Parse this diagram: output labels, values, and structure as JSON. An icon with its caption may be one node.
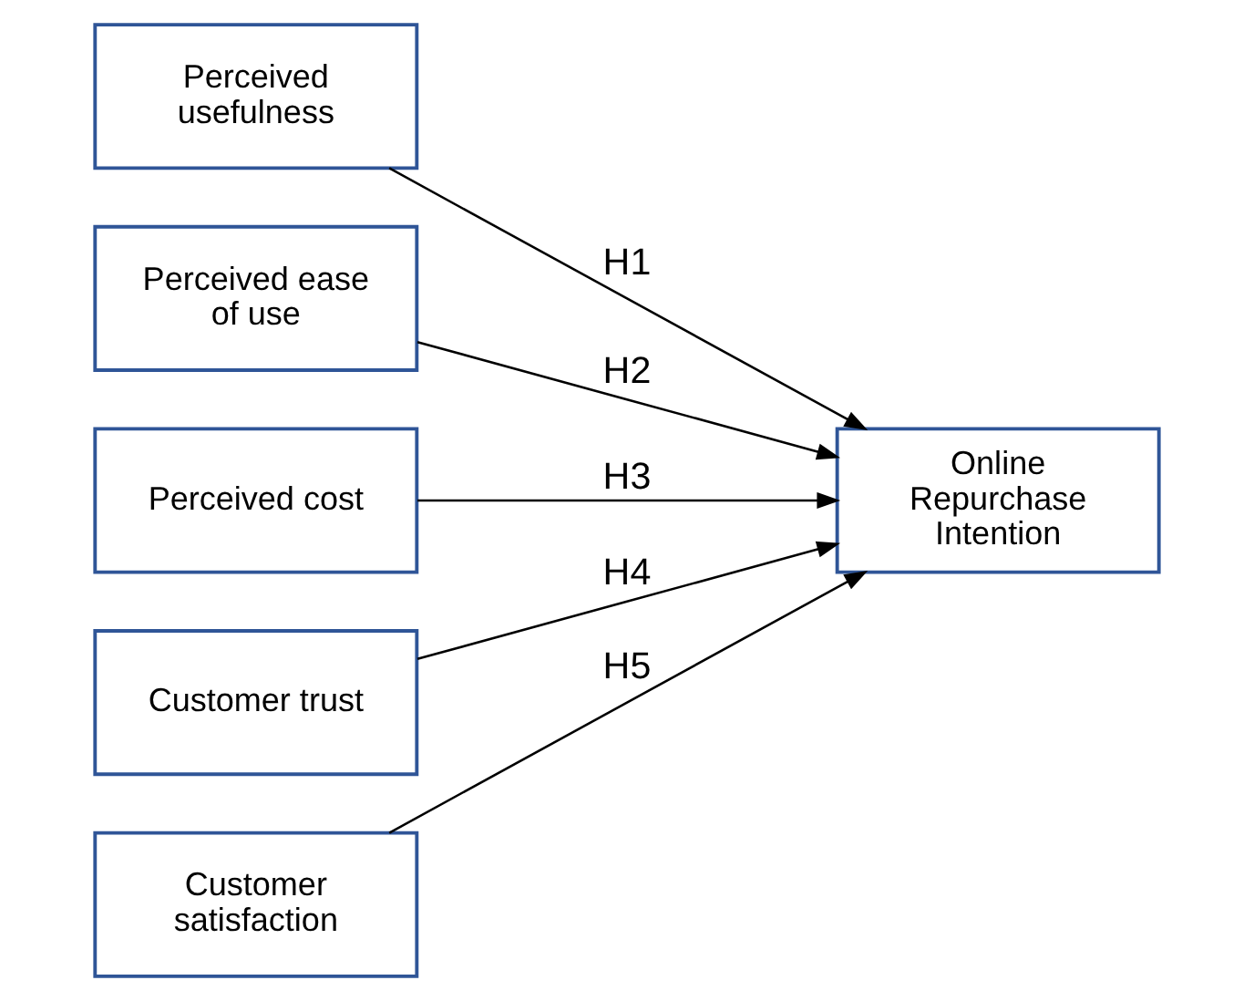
{
  "diagram": {
    "nodes": [
      {
        "text": [
          "Perceived usefulness"
        ]
      },
      {
        "text": [
          "Perceived ease of use"
        ]
      },
      {
        "text": [
          "Perceived cost"
        ]
      },
      {
        "text": [
          "Customer trust"
        ]
      },
      {
        "text": [
          "Customer satisfaction"
        ]
      },
      {
        "text": [
          "Online Repurchase Intention"
        ]
      }
    ],
    "edges": [
      {
        "from": 0,
        "to": 5,
        "arrow": "to",
        "label": "H1"
      },
      {
        "from": 1,
        "to": 5,
        "arrow": "to",
        "label": "H2"
      },
      {
        "from": 2,
        "to": 5,
        "arrow": "to",
        "label": "H3"
      },
      {
        "from": 3,
        "to": 5,
        "arrow": "to",
        "label": "H4"
      },
      {
        "from": 4,
        "to": 5,
        "arrow": "to",
        "label": "H5"
      }
    ]
  }
}
